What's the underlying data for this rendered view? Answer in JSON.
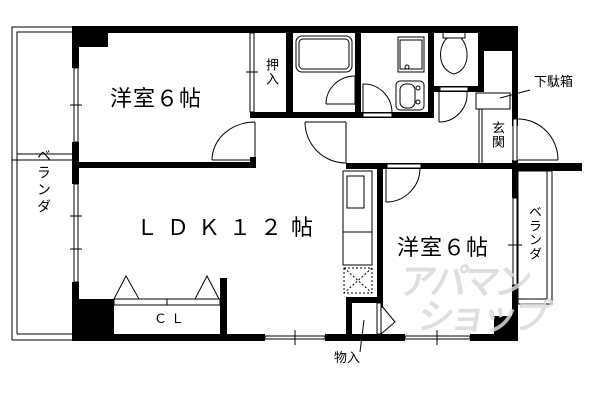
{
  "floor_plan": {
    "rooms": {
      "western_room_1": {
        "label": "洋室６帖"
      },
      "ldk": {
        "label": "ＬＤＫ１２帖"
      },
      "western_room_2": {
        "label": "洋室６帖"
      },
      "closet_oshiire": {
        "label": "押入"
      },
      "closet_cl": {
        "label": "ＣＬ"
      },
      "storage_monoire": {
        "label": "物入"
      },
      "entrance": {
        "label": "玄関"
      },
      "shoe_box": {
        "label": "下駄箱"
      },
      "balcony_left": {
        "label": "ベランダ"
      },
      "balcony_right": {
        "label": "ベランダ"
      }
    },
    "fixtures": [
      "bathtub",
      "washbasin",
      "washing-machine-space",
      "toilet",
      "kitchen-sink",
      "stove"
    ],
    "watermark": {
      "line1": "アパマン",
      "line2": "ショップ",
      "color": "#d9d9d9"
    },
    "colors": {
      "wall": "#000000",
      "background": "#ffffff"
    }
  }
}
